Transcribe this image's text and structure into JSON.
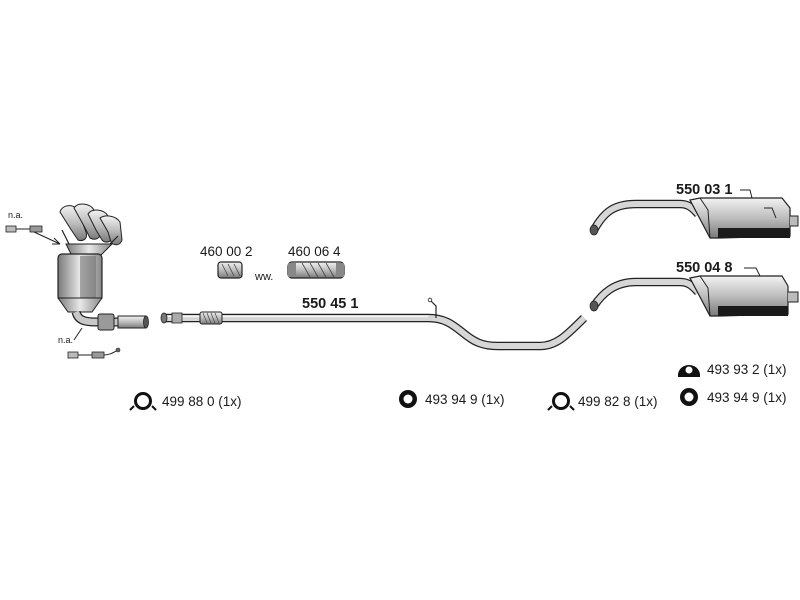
{
  "parts": {
    "front_pipe": "550 45 1",
    "rear_silencer_1": "550 03 1",
    "rear_silencer_2": "550 04 8",
    "clamp_1": "460 00 2",
    "clamp_2": "460 06 4"
  },
  "labels": {
    "na_top": "n.a.",
    "na_bottom": "n.a.",
    "ww": "ww."
  },
  "mountings": [
    {
      "text": "499 88 0 (1x)",
      "icon": "rubber-ring-icon"
    },
    {
      "text": "493 94 9 (1x)",
      "icon": "rubber-mount-icon"
    },
    {
      "text": "499 82 8 (1x)",
      "icon": "rubber-ring-icon"
    },
    {
      "text": "493 93 2 (1x)",
      "icon": "rubber-hanger-icon"
    },
    {
      "text": "493 94 9 (1x)",
      "icon": "rubber-mount-icon"
    }
  ]
}
